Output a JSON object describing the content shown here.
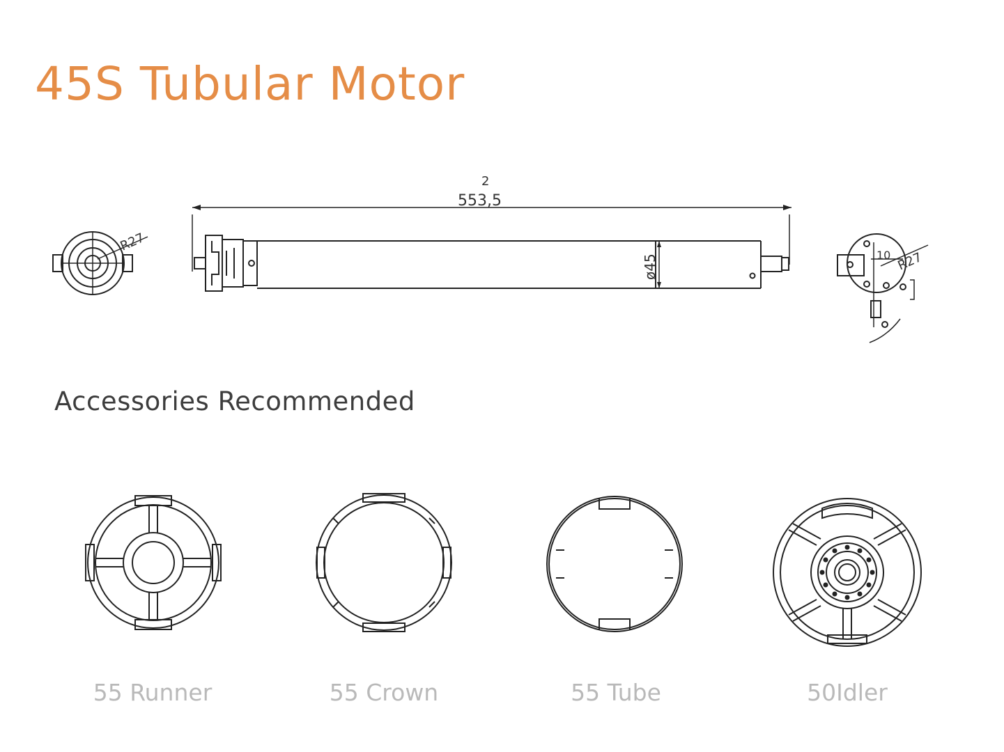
{
  "colors": {
    "title": "#e58d47",
    "heading": "#3d3d3d",
    "line": "#222222",
    "label": "#b9b9b9"
  },
  "title": "45S Tubular Motor",
  "drawing": {
    "length_dim": "553,5",
    "dim_mark": "2",
    "diameter_dim": "ø45",
    "left_radius": "R27",
    "right_radius": "R27",
    "right_dim": "10"
  },
  "accessories": {
    "heading": "Accessories Recommended",
    "items": [
      {
        "label": "55 Runner"
      },
      {
        "label": "55 Crown"
      },
      {
        "label": "55 Tube"
      },
      {
        "label": "50Idler"
      }
    ]
  }
}
